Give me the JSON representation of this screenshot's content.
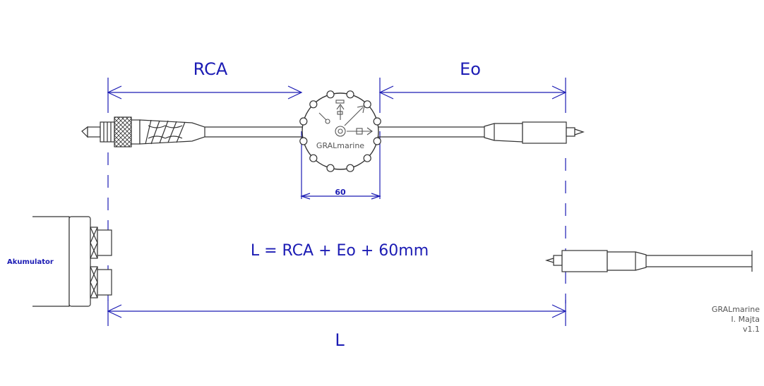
{
  "dimensions": {
    "rca_label": "RCA",
    "eo_label": "Eo",
    "width_label": "60",
    "l_label": "L"
  },
  "formula": "L = RCA + Eo + 60mm",
  "sensor_brand": "GRALmarine",
  "battery_label": "Akumulator",
  "credit": {
    "company": "GRALmarine",
    "author": "I. Majta",
    "version": "v1.1"
  },
  "colors": {
    "dimension": "#1c1cb4",
    "outline": "#333333",
    "annotation": "#555555"
  }
}
